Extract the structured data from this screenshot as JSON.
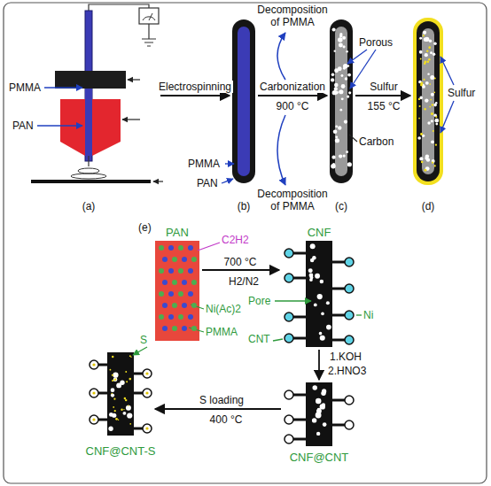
{
  "diagram": {
    "nodes": [
      {
        "text": [
          "(a)"
        ]
      },
      {
        "text": [
          "(b)"
        ]
      },
      {
        "text": [
          "(c)"
        ]
      },
      {
        "text": [
          "(d)"
        ]
      },
      {
        "text": [
          "PAN"
        ]
      },
      {
        "text": [
          "CNF"
        ]
      },
      {
        "text": [
          "CNF@CNT"
        ]
      },
      {
        "text": [
          "CNF@CNT-S"
        ]
      }
    ],
    "edges": [
      {
        "from": 0,
        "to": 1,
        "arrow": "to",
        "label": "Electrospinning"
      },
      {
        "from": 1,
        "to": 2,
        "arrow": "to",
        "label": "Carbonization"
      },
      {
        "from": 2,
        "to": 3,
        "arrow": "to",
        "label": "Sulfur"
      },
      {
        "from": 4,
        "to": 5,
        "arrow": "to",
        "label": "700 °C"
      },
      {
        "from": 5,
        "to": 6,
        "arrow": "to",
        "label": "1.KOH"
      },
      {
        "from": 6,
        "to": 7,
        "arrow": "to",
        "label": "S loading"
      }
    ],
    "labels": [
      "PMMA",
      "PAN",
      "PMMA",
      "PAN",
      "Decomposition of PMMA",
      "900 °C",
      "Decomposition of PMMA",
      "Porous",
      "Carbon",
      "155 °C",
      "Sulfur",
      "(e)",
      "C2H2",
      "Ni(Ac)2",
      "PMMA",
      "H2/N2",
      "Pore",
      "Ni",
      "CNT",
      "2.HNO3",
      "400 °C",
      "S"
    ]
  }
}
